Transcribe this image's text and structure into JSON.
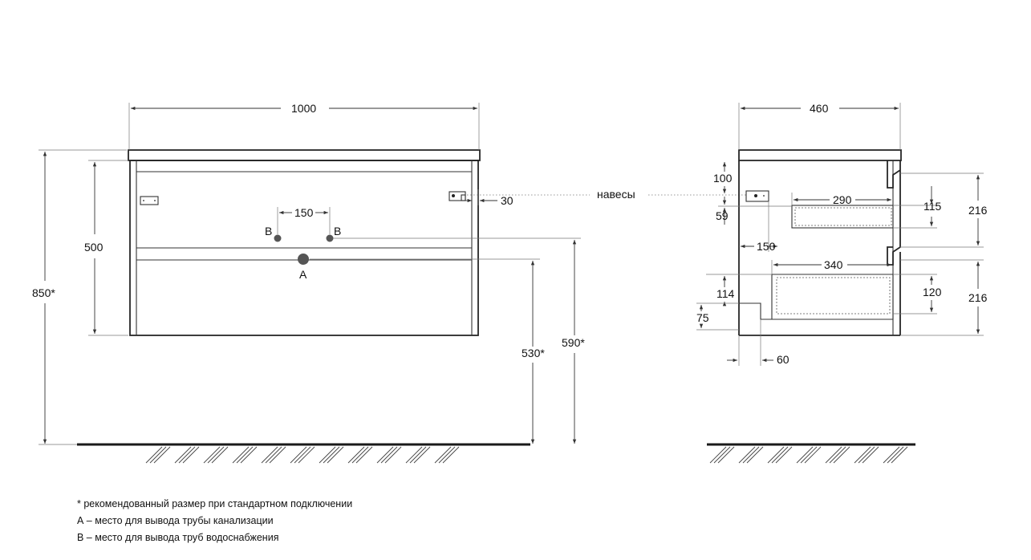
{
  "front_view": {
    "dimensions": {
      "width": "1000",
      "height_body": "500",
      "total_height": "850*",
      "pipe_spacing": "150",
      "bracket_offset": "30",
      "drain_height": "530*",
      "supply_height": "590*"
    },
    "labels": {
      "supply_left": "B",
      "supply_right": "B",
      "drain": "A",
      "hinges": "навесы"
    }
  },
  "side_view": {
    "dimensions": {
      "depth": "460",
      "top_offset": "100",
      "hinge_height": "59",
      "hinge_depth": "150",
      "drawer_top_depth": "290",
      "drawer_top_height": "115",
      "drawer_top_front": "216",
      "drawer_bottom_depth": "340",
      "drawer_bottom_height": "120",
      "drawer_bottom_front": "216",
      "notch_height": "114",
      "notch_base": "75",
      "notch_width": "60"
    }
  },
  "notes": [
    "* рекомендованный размер при стандартном подключении",
    "А – место для вывода трубы канализации",
    "В – место для вывода труб водоснабжения"
  ]
}
